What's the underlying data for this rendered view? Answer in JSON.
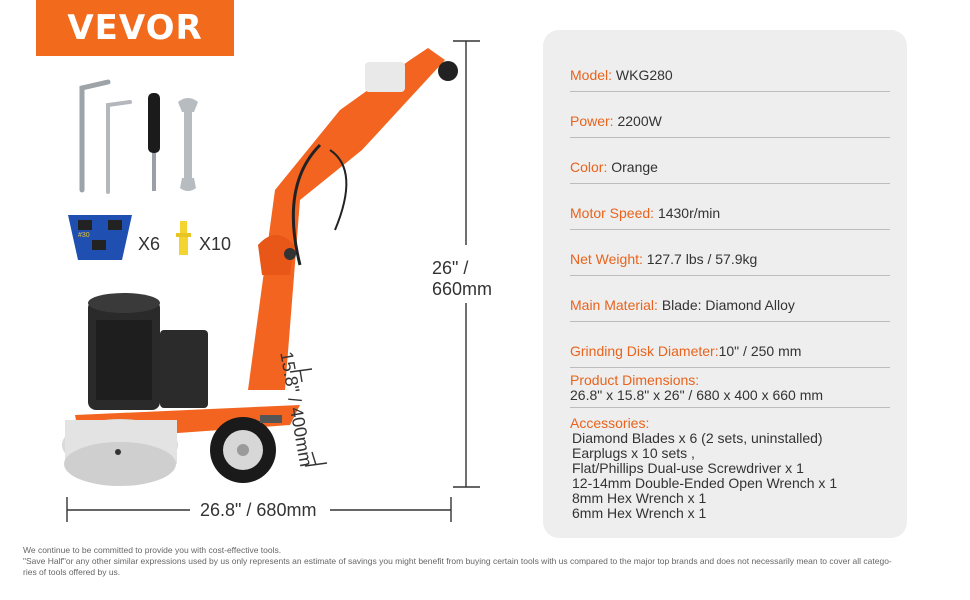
{
  "brand": "VEVOR",
  "dimensions": {
    "height_label": "26\" / 660mm",
    "width_label": "26.8\" / 680mm",
    "depth_label": "15.8\" / 400mm"
  },
  "accessories_icons": {
    "blade_qty": "X6",
    "earplug_qty": "X10",
    "blade_marking": "#30"
  },
  "specs": [
    {
      "key": "Model:",
      "value": "WKG280"
    },
    {
      "key": "Power:",
      "value": "2200W"
    },
    {
      "key": "Color:",
      "value": "Orange"
    },
    {
      "key": "Motor Speed:",
      "value": "1430r/min"
    },
    {
      "key": "Net Weight:",
      "value": "127.7 lbs / 57.9kg"
    },
    {
      "key": "Main Material:",
      "value": "Blade: Diamond Alloy"
    },
    {
      "key": "Grinding Disk Diameter:",
      "value": "10\" / 250 mm"
    }
  ],
  "product_dimensions": {
    "key": "Product Dimensions:",
    "value": "26.8\" x 15.8\" x 26\" / 680 x 400 x 660 mm"
  },
  "accessories": {
    "key": "Accessories:",
    "items": [
      "Diamond Blades x 6 (2 sets, uninstalled)",
      "Earplugs x 10 sets ,",
      "Flat/Phillips Dual-use Screwdriver x 1",
      "12-14mm Double-Ended Open Wrench x 1",
      "8mm Hex Wrench x 1",
      "6mm Hex Wrench x 1"
    ]
  },
  "footer": {
    "line1": "We continue to be committed to provide you with cost-effective tools.",
    "line2": "\"Save Half\"or any other similar expressions used by us only represents an estimate of savings you might benefit from buying certain tools with us compared to the major top brands and does not necessarily mean to cover all catego-",
    "line3": "ries of tools offered by us."
  },
  "colors": {
    "brand_orange": "#f26a1b",
    "spec_key": "#e8631c",
    "panel_bg": "#eeeeee"
  }
}
